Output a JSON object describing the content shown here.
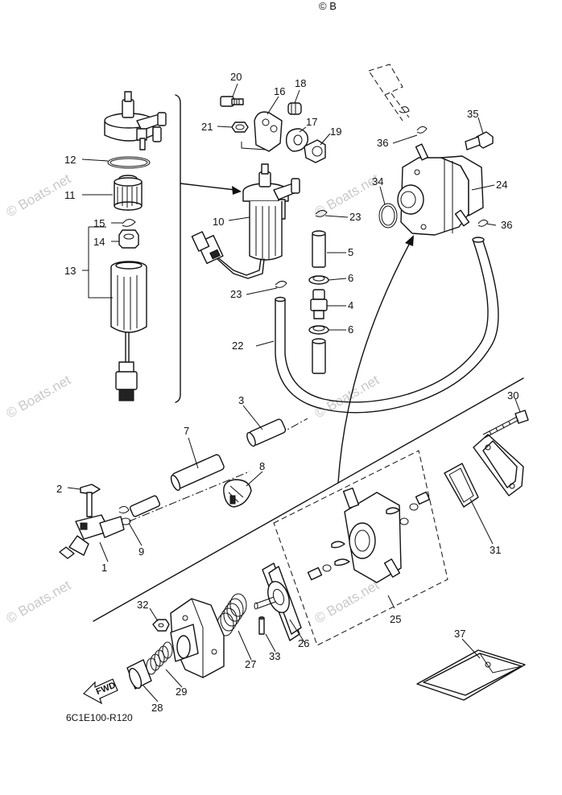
{
  "copyright_mark": "© B",
  "watermark": "© Boats.net",
  "diagram_code": "6C1E100-R120",
  "fwd_label": "FWD",
  "callouts": [
    "1",
    "2",
    "3",
    "4",
    "5",
    "6",
    "6",
    "7",
    "8",
    "9",
    "10",
    "11",
    "12",
    "13",
    "14",
    "15",
    "16",
    "17",
    "18",
    "19",
    "20",
    "21",
    "22",
    "23",
    "23",
    "24",
    "25",
    "26",
    "27",
    "28",
    "29",
    "30",
    "31",
    "32",
    "33",
    "34",
    "35",
    "36",
    "36",
    "37"
  ]
}
